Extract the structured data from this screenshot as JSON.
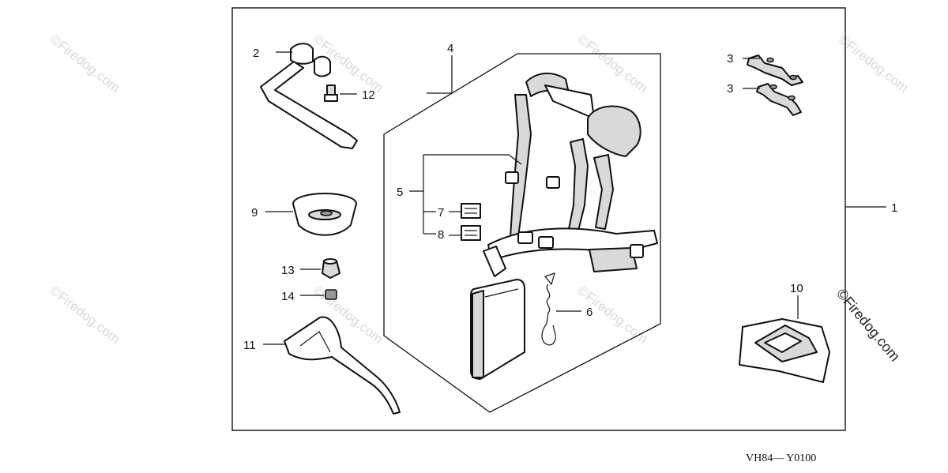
{
  "callouts": {
    "c1": "1",
    "c2": "2",
    "c3a": "3",
    "c3b": "3",
    "c4": "4",
    "c5": "5",
    "c6": "6",
    "c7": "7",
    "c8": "8",
    "c9": "9",
    "c10": "10",
    "c11": "11",
    "c12": "12",
    "c13": "13",
    "c14": "14"
  },
  "watermark": {
    "text": "©Firedog.com",
    "main_text": "©Firedog.com"
  },
  "diagram_code": "VH84— Y0100"
}
